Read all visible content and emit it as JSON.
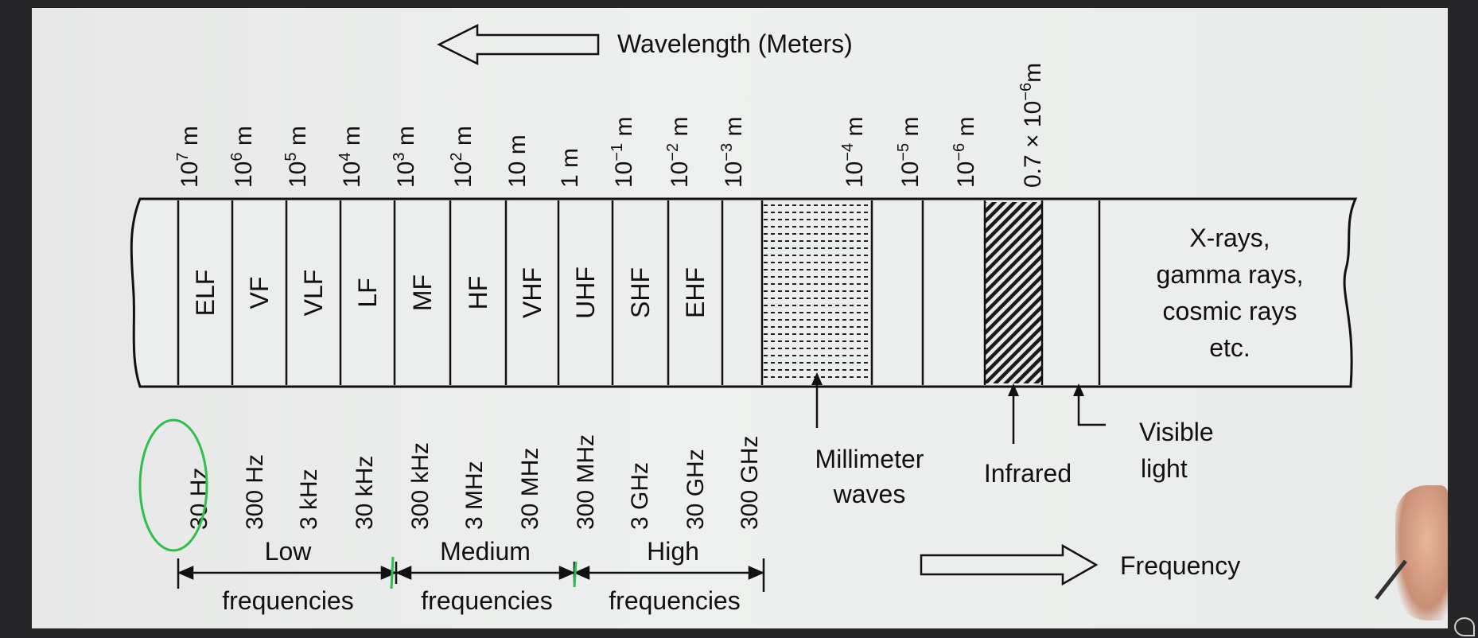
{
  "wavelength_label": "Wavelength (Meters)",
  "frequency_label": "Frequency",
  "wavelength_ticks": [
    {
      "base": "10",
      "exp": "7",
      "unit": " m"
    },
    {
      "base": "10",
      "exp": "6",
      "unit": " m"
    },
    {
      "base": "10",
      "exp": "5",
      "unit": " m"
    },
    {
      "base": "10",
      "exp": "4",
      "unit": " m"
    },
    {
      "base": "10",
      "exp": "3",
      "unit": " m"
    },
    {
      "base": "10",
      "exp": "2",
      "unit": " m"
    },
    {
      "base": "10 m",
      "exp": "",
      "unit": ""
    },
    {
      "base": "1 m",
      "exp": "",
      "unit": ""
    },
    {
      "base": "10",
      "exp": "−1",
      "unit": " m"
    },
    {
      "base": "10",
      "exp": "−2",
      "unit": " m"
    },
    {
      "base": "10",
      "exp": "−3",
      "unit": " m"
    },
    {
      "base": "10",
      "exp": "−4",
      "unit": " m"
    },
    {
      "base": "10",
      "exp": "−5",
      "unit": " m"
    },
    {
      "base": "10",
      "exp": "−6",
      "unit": " m"
    },
    {
      "base": "0.7 × 10",
      "exp": "−6",
      "unit": "m"
    }
  ],
  "bands": [
    "ELF",
    "VF",
    "VLF",
    "LF",
    "MF",
    "HF",
    "VHF",
    "UHF",
    "SHF",
    "EHF"
  ],
  "frequency_ticks": [
    "30 Hz",
    "300 Hz",
    "3 kHz",
    "30 kHz",
    "300 kHz",
    "3 MHz",
    "30 MHz",
    "300 MHz",
    "3 GHz",
    "30 GHz",
    "300 GHz"
  ],
  "xray_lines": [
    "X-rays,",
    "gamma rays,",
    "cosmic rays",
    "etc."
  ],
  "millimeter_label": [
    "Millimeter",
    "waves"
  ],
  "infrared_label": "Infrared",
  "visible_label": [
    "Visible",
    "light"
  ],
  "range_groups": [
    {
      "top": "Low",
      "bottom": "frequencies"
    },
    {
      "top": "Medium",
      "bottom": "frequencies"
    },
    {
      "top": "High",
      "bottom": "frequencies"
    }
  ],
  "colors": {
    "ink": "#111111",
    "paper": "#eceeed",
    "highlight": "#2fbf4a",
    "frame": "#262629"
  }
}
